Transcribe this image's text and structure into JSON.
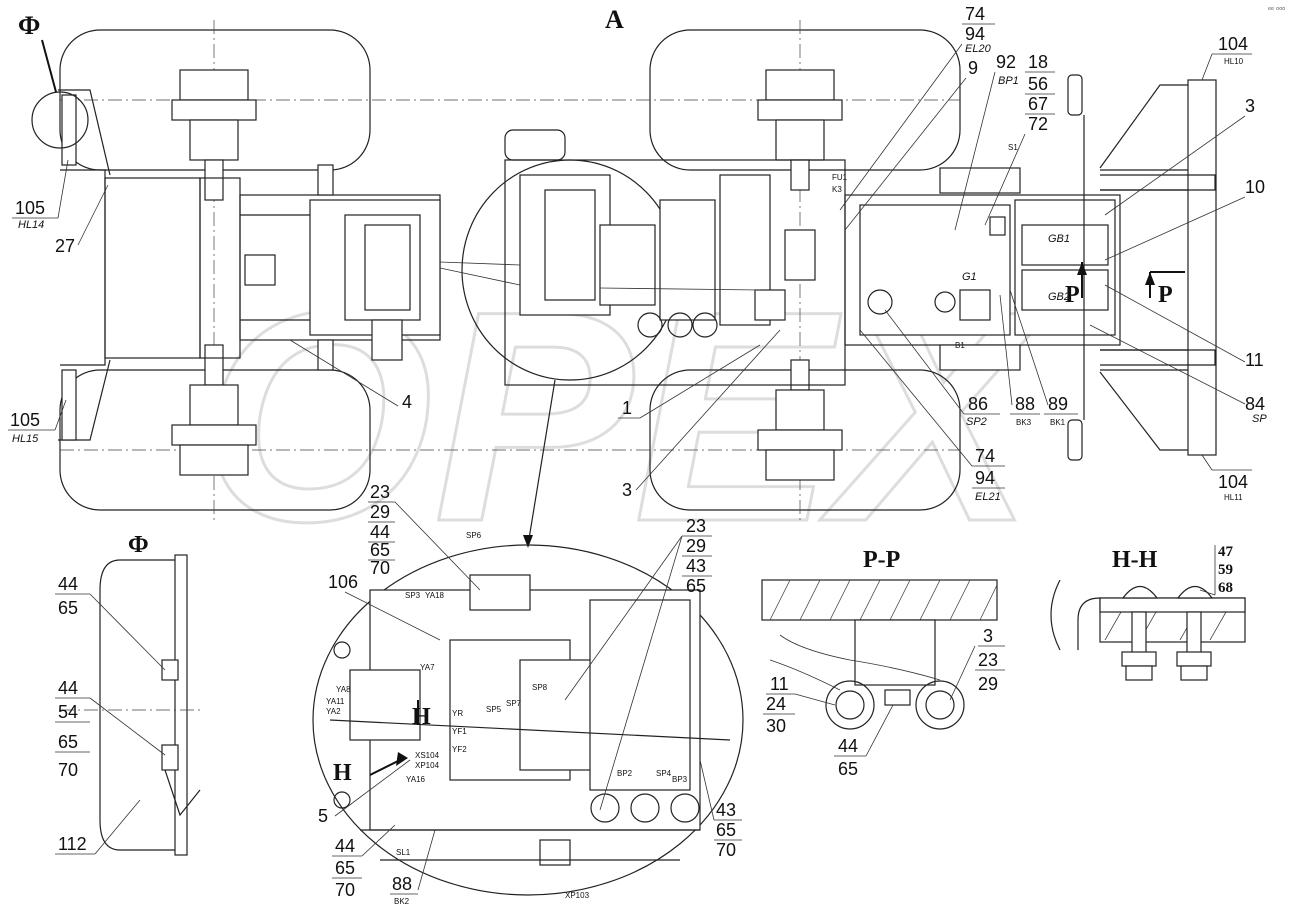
{
  "view_title": "А",
  "corner_mark": "ᵉᵉ ᵒᵒᵒ",
  "watermark": "OPEX",
  "sections": {
    "f_marker": "Ф",
    "f_detail": "Ф",
    "pp_title": "Р-Р",
    "hh_title": "Н-Н",
    "p_arrow": "Р",
    "h_arrow": "Н"
  },
  "callouts": {
    "c74a": "74",
    "c94a": "94",
    "el20": "EL20",
    "c9": "9",
    "c92": "92",
    "bp1": "BP1",
    "c18": "18",
    "c56": "56",
    "c67": "67",
    "c72": "72",
    "c104a": "104",
    "hl10": "HL10",
    "c3a": "3",
    "c10": "10",
    "c105a": "105",
    "hl14": "HL14",
    "c27": "27",
    "c4": "4",
    "c105b": "105",
    "hl15": "HL15",
    "c1": "1",
    "c3b": "3",
    "c86": "86",
    "sp2": "SP2",
    "c88a": "88",
    "bk3": "BK3",
    "c89": "89",
    "bk1": "BK1",
    "c11": "11",
    "c84": "84",
    "sp": "SP",
    "c74b": "74",
    "c94b": "94",
    "el21": "EL21",
    "c104b": "104",
    "hl11": "HL11"
  },
  "detail_callouts": {
    "c23a": "23",
    "c29a": "29",
    "c44a": "44",
    "c65a": "65",
    "c70a": "70",
    "c106": "106",
    "c23b": "23",
    "c29b": "29",
    "c43a": "43",
    "c65b": "65",
    "c5": "5",
    "c44b": "44",
    "c65c": "65",
    "c70b": "70",
    "c88b": "88",
    "bk2": "BK2",
    "c43b": "43",
    "c65d": "65",
    "c70c": "70"
  },
  "f_callouts": {
    "c44a": "44",
    "c65a": "65",
    "c44b": "44",
    "c54": "54",
    "c65b": "65",
    "c70": "70",
    "c112": "112"
  },
  "pp_callouts": {
    "c3": "3",
    "c23": "23",
    "c29": "29",
    "c11": "11",
    "c24": "24",
    "c30": "30",
    "c44": "44",
    "c65": "65"
  },
  "hh_callouts": {
    "c47": "47",
    "c59": "59",
    "c68": "68"
  },
  "component_labels": {
    "fu1": "FU1",
    "k3": "K3",
    "s1": "S1",
    "gb1": "GB1",
    "gb2": "GB2",
    "g1": "G1",
    "b1": "B1",
    "sp6": "SP6",
    "sp3": "SP3",
    "ya18": "YA18",
    "ya7": "YA7",
    "ya8": "YA8",
    "ya11": "YA11",
    "ya2": "YA2",
    "yr": "YR",
    "yf1": "YF1",
    "yf2": "YF2",
    "sp5": "SP5",
    "sp7": "SP7",
    "sp8": "SP8",
    "xs104": "XS104",
    "xp104": "XP104",
    "ya16": "YA16",
    "bp2": "BP2",
    "sp4": "SP4",
    "bp3": "BP3",
    "sl1": "SL1",
    "xp103": "XP103"
  }
}
